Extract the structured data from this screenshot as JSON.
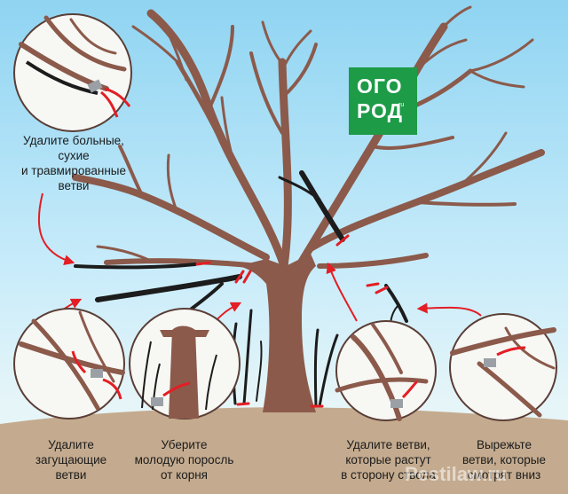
{
  "logo": {
    "line1": "ОГО",
    "line2": "РОД",
    "suffix": "ru"
  },
  "captions": {
    "diseased": [
      "Удалите больные,",
      "сухие",
      "и травмированные",
      "ветви"
    ],
    "thickening": [
      "Удалите",
      "загущающие",
      "ветви"
    ],
    "suckers": [
      "Уберите",
      "молодую поросль",
      "от корня"
    ],
    "inward": [
      "Удалите ветви,",
      "которые растут",
      "в сторону ствола"
    ],
    "downward": [
      "Вырежьте",
      "ветви, которые",
      "смотрят вниз"
    ]
  },
  "watermark": "Pestilaw.ru",
  "colors": {
    "trunk": "#8b5a4b",
    "branch_bad": "#1c1c1c",
    "cut_mark": "#e31e24",
    "ground": "#c4ab8f",
    "logo_bg": "#1d9b47",
    "circle_bg": "#f7f7f4"
  }
}
